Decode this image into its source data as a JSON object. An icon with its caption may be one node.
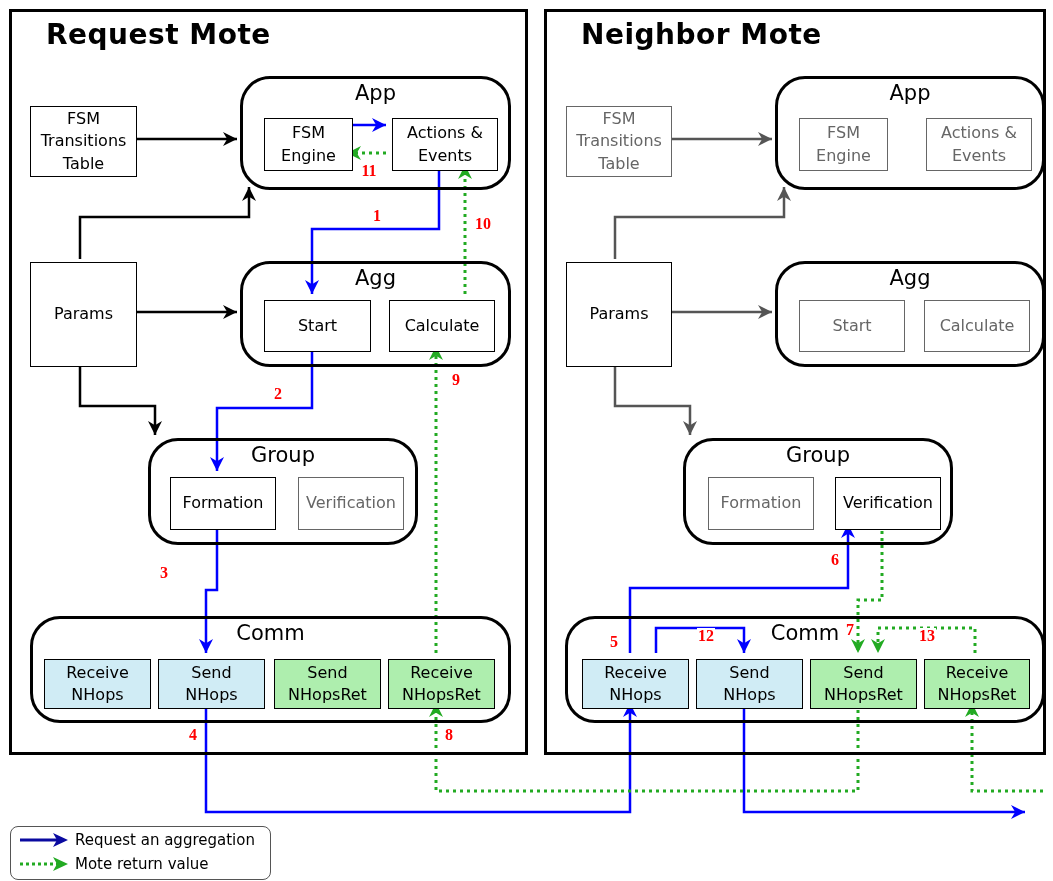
{
  "diagram": {
    "nodes": [
      {
        "text": [
          "Request Mote"
        ]
      },
      {
        "text": [
          "FSM Transitions Table"
        ],
        "in": 0
      },
      {
        "text": [
          "App"
        ],
        "in": 0
      },
      {
        "text": [
          "FSM Engine"
        ],
        "in": 2
      },
      {
        "text": [
          "Actions & Events"
        ],
        "in": 2
      },
      {
        "text": [
          "Params"
        ],
        "in": 0
      },
      {
        "text": [
          "Agg"
        ],
        "in": 0
      },
      {
        "text": [
          "Start"
        ],
        "in": 6
      },
      {
        "text": [
          "Calculate"
        ],
        "in": 6
      },
      {
        "text": [
          "Group"
        ],
        "in": 0
      },
      {
        "text": [
          "Formation"
        ],
        "in": 9
      },
      {
        "text": [
          "Verification"
        ],
        "in": 9
      },
      {
        "text": [
          "Comm"
        ],
        "in": 0
      },
      {
        "text": [
          "Receive NHops"
        ],
        "in": 12
      },
      {
        "text": [
          "Send NHops"
        ],
        "in": 12
      },
      {
        "text": [
          "Send NHopsRet"
        ],
        "in": 12
      },
      {
        "text": [
          "Receive NHopsRet"
        ],
        "in": 12
      },
      {
        "text": [
          "Neighbor Mote"
        ]
      },
      {
        "text": [
          "FSM Transitions Table"
        ],
        "in": 17
      },
      {
        "text": [
          "App"
        ],
        "in": 17
      },
      {
        "text": [
          "FSM Engine"
        ],
        "in": 19
      },
      {
        "text": [
          "Actions & Events"
        ],
        "in": 19
      },
      {
        "text": [
          "Params"
        ],
        "in": 17
      },
      {
        "text": [
          "Agg"
        ],
        "in": 17
      },
      {
        "text": [
          "Start"
        ],
        "in": 23
      },
      {
        "text": [
          "Calculate"
        ],
        "in": 23
      },
      {
        "text": [
          "Group"
        ],
        "in": 17
      },
      {
        "text": [
          "Formation"
        ],
        "in": 26
      },
      {
        "text": [
          "Verification"
        ],
        "in": 26
      },
      {
        "text": [
          "Comm"
        ],
        "in": 17
      },
      {
        "text": [
          "Receive NHops"
        ],
        "in": 29
      },
      {
        "text": [
          "Send NHops"
        ],
        "in": 29
      },
      {
        "text": [
          "Send NHopsRet"
        ],
        "in": 29
      },
      {
        "text": [
          "Receive NHopsRet"
        ],
        "in": 29
      }
    ],
    "edges": [
      {
        "from": 1,
        "to": 2,
        "arrow": "to",
        "color": "#000000"
      },
      {
        "from": 5,
        "to": 2,
        "arrow": "to",
        "color": "#000000"
      },
      {
        "from": 5,
        "to": 6,
        "arrow": "to",
        "color": "#000000"
      },
      {
        "from": 5,
        "to": 9,
        "arrow": "to",
        "color": "#000000"
      },
      {
        "from": 18,
        "to": 19,
        "arrow": "to",
        "color": "#555555"
      },
      {
        "from": 22,
        "to": 19,
        "arrow": "to",
        "color": "#555555"
      },
      {
        "from": 22,
        "to": 23,
        "arrow": "to",
        "color": "#555555"
      },
      {
        "from": 22,
        "to": 26,
        "arrow": "to",
        "color": "#555555"
      },
      {
        "from": 3,
        "to": 4,
        "arrow": "to",
        "color": "#0000ff"
      },
      {
        "from": 4,
        "to": 7,
        "arrow": "to",
        "label": "1",
        "color": "#0000ff"
      },
      {
        "from": 7,
        "to": 10,
        "arrow": "to",
        "label": "2",
        "color": "#0000ff"
      },
      {
        "from": 10,
        "to": 14,
        "arrow": "to",
        "label": "3",
        "color": "#0000ff"
      },
      {
        "from": 14,
        "to": 30,
        "arrow": "to",
        "label": "4",
        "color": "#0000ff"
      },
      {
        "from": 30,
        "to": 28,
        "arrow": "to",
        "label": "6",
        "color": "#0000ff"
      },
      {
        "from": 30,
        "to": 31,
        "arrow": "to",
        "label": "12",
        "color": "#0000ff"
      },
      {
        "from": 31,
        "to": null,
        "arrow": "to",
        "color": "#0000ff"
      },
      {
        "from": 28,
        "to": 32,
        "arrow": "to",
        "label": "7",
        "style": "dashed",
        "color": "#22aa22"
      },
      {
        "from": 33,
        "to": 32,
        "arrow": "to",
        "label": "13",
        "style": "dashed",
        "color": "#22aa22"
      },
      {
        "from": 32,
        "to": 16,
        "arrow": "to",
        "label": "8",
        "style": "dashed",
        "color": "#22aa22"
      },
      {
        "from": 16,
        "to": 8,
        "arrow": "to",
        "label": "9",
        "style": "dashed",
        "color": "#22aa22"
      },
      {
        "from": 8,
        "to": 4,
        "arrow": "to",
        "label": "10",
        "style": "dashed",
        "color": "#22aa22"
      },
      {
        "from": 4,
        "to": 3,
        "arrow": "to",
        "label": "11",
        "style": "dashed",
        "color": "#22aa22"
      },
      {
        "from": null,
        "to": 33,
        "arrow": "to",
        "style": "dashed",
        "color": "#22aa22"
      }
    ],
    "labels": [
      "5"
    ],
    "legend": [
      {
        "text": "Request an aggregation"
      },
      {
        "text": "Mote return value"
      }
    ]
  }
}
